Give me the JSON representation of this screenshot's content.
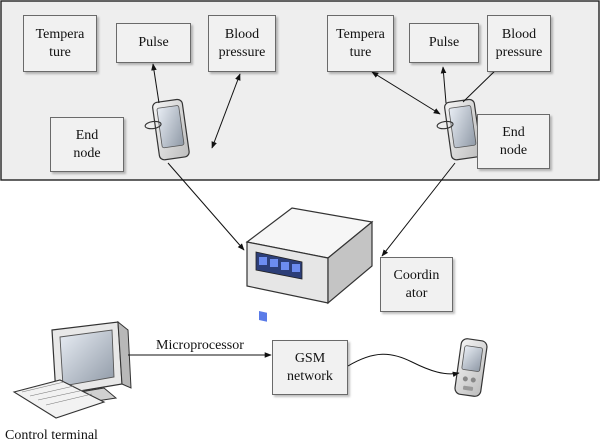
{
  "sensor_group_left": {
    "temperature": "Tempera\nture",
    "pulse": "Pulse",
    "blood_pressure": "Blood\npressure",
    "end_node": "End\nnode"
  },
  "sensor_group_right": {
    "temperature": "Tempera\nture",
    "pulse": "Pulse",
    "blood_pressure": "Blood\npressure",
    "end_node": "End\nnode"
  },
  "coordinator": {
    "label": "Coordin\nator"
  },
  "control": {
    "terminal_label": "Control terminal",
    "link_label": "Microprocessor",
    "gsm_label": "GSM\nnetwork"
  }
}
